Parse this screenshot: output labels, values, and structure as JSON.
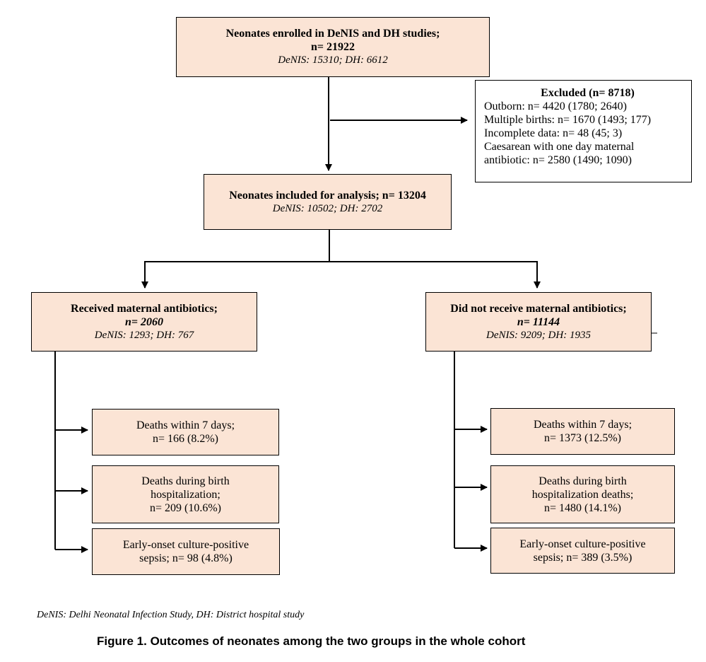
{
  "enrolled": {
    "title": "Neonates enrolled in DeNIS and DH studies;",
    "count": "n= 21922",
    "sub": "DeNIS: 15310; DH: 6612"
  },
  "excluded": {
    "title": "Excluded (n= 8718)",
    "lines": [
      "Outborn: n= 4420 (1780; 2640)",
      "Multiple births: n= 1670 (1493; 177)",
      "Incomplete data: n= 48 (45; 3)",
      "Caesarean with one day maternal",
      "antibiotic: n= 2580 (1490; 1090)"
    ]
  },
  "included": {
    "title": "Neonates included for analysis; n= 13204",
    "sub": "DeNIS: 10502; DH: 2702"
  },
  "received": {
    "title": "Received maternal antibiotics;",
    "count": "n= 2060",
    "sub": "DeNIS: 1293; DH: 767",
    "outcomes": [
      [
        "Deaths within 7 days;",
        "n= 166 (8.2%)"
      ],
      [
        "Deaths during birth",
        "hospitalization;",
        "n= 209 (10.6%)"
      ],
      [
        "Early-onset culture-positive",
        "sepsis; n= 98 (4.8%)"
      ]
    ]
  },
  "not_received": {
    "title": "Did not receive maternal antibiotics;",
    "count": "n= 11144",
    "sub": "DeNIS: 9209; DH: 1935",
    "outcomes": [
      [
        "Deaths within 7 days;",
        "n= 1373 (12.5%)"
      ],
      [
        "Deaths during birth",
        "hospitalization deaths;",
        "n= 1480 (14.1%)"
      ],
      [
        "Early-onset culture-positive",
        "sepsis; n= 389 (3.5%)"
      ]
    ]
  },
  "footnote": "DeNIS: Delhi Neonatal Infection Study, DH: District hospital study",
  "caption": "Figure 1.  Outcomes of neonates among the two groups in the whole cohort"
}
